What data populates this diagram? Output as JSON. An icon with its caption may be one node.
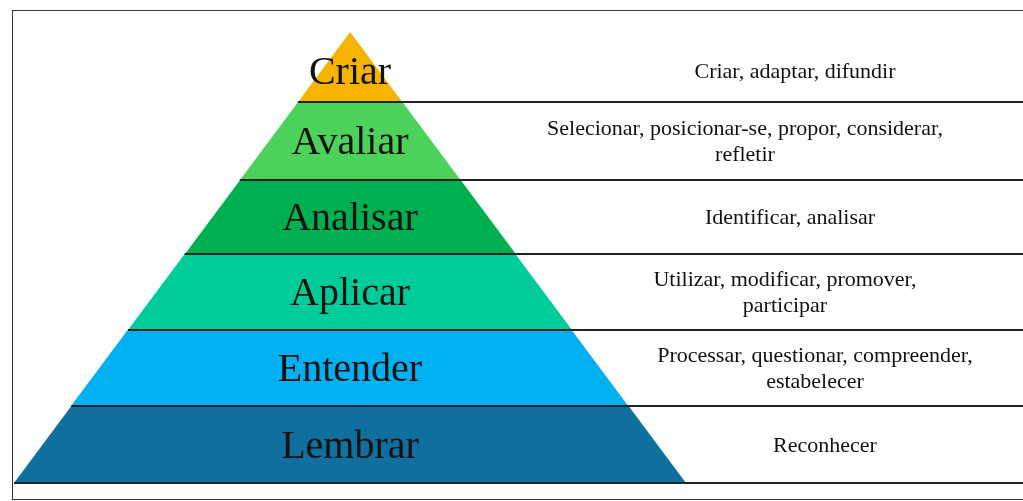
{
  "diagram": {
    "nodes": [
      {
        "text": [
          "Criar"
        ]
      },
      {
        "text": [
          "Avaliar"
        ]
      },
      {
        "text": [
          "Analisar"
        ]
      },
      {
        "text": [
          "Aplicar"
        ]
      },
      {
        "text": [
          "Entender"
        ]
      },
      {
        "text": [
          "Lembrar"
        ]
      }
    ],
    "labels": [
      "Criar, adaptar, difundir",
      "Selecionar, posicionar-se, propor, considerar, refletir",
      "Identificar, analisar",
      "Utilizar, modificar, promover, participar",
      "Processar, questionar, compreender, estabelecer",
      "Reconhecer"
    ]
  }
}
